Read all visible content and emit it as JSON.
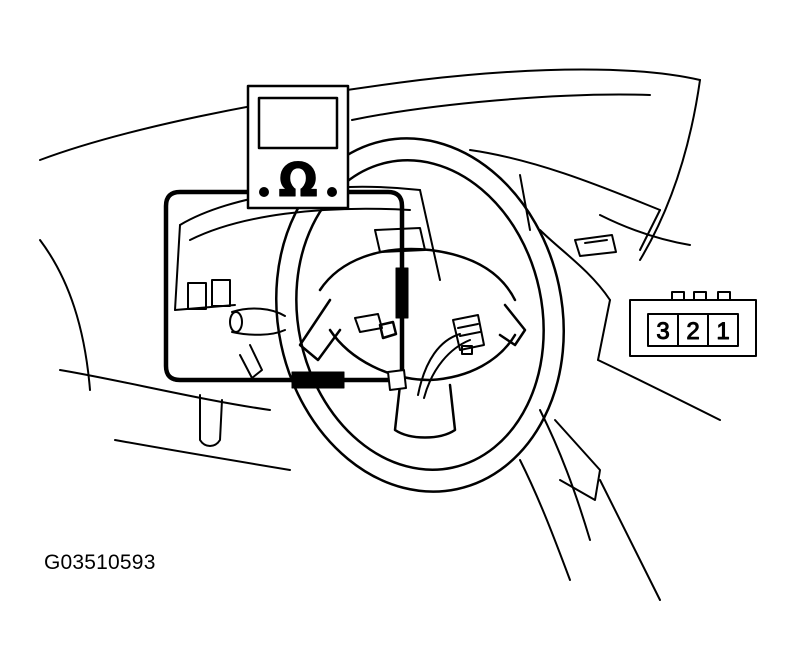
{
  "figure": {
    "caption": "G03510593",
    "meter_symbol": "Ω",
    "connector_pins": [
      "3",
      "2",
      "1"
    ]
  },
  "colors": {
    "ink": "#000000",
    "paper": "#ffffff"
  },
  "icons": {
    "meter": "ohmmeter-icon",
    "connector": "connector-icon",
    "wheel": "steering-wheel-icon"
  }
}
